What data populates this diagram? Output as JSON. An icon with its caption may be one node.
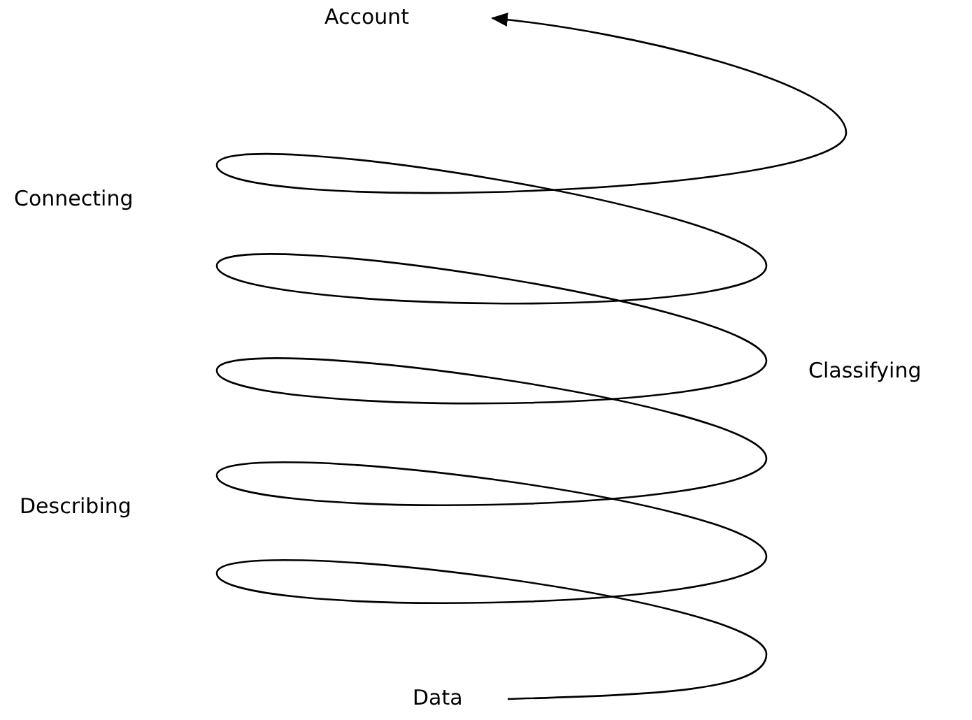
{
  "diagram": {
    "nodes": [
      {
        "text": [
          "Account"
        ]
      },
      {
        "text": [
          "Data"
        ]
      }
    ],
    "edges": [
      {
        "from": 1,
        "to": 0,
        "arrow": "to"
      }
    ],
    "labels": [
      "Connecting",
      "Classifying",
      "Describing"
    ]
  }
}
